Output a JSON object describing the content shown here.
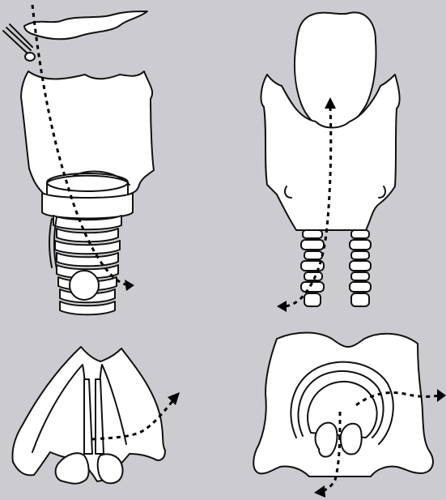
{
  "figure": {
    "background": "#cccbd0",
    "line_color": "#111111",
    "panels": [
      {
        "name": "larynx-trachea-lateral",
        "has_dashed_arrow": true
      },
      {
        "name": "larynx-split-posterior",
        "has_dashed_arrow": true
      },
      {
        "name": "vocal-folds-cartilage-frame",
        "has_dashed_arrow": true
      },
      {
        "name": "cricoid-ring-with-arytenoids",
        "has_dashed_arrow": true
      }
    ]
  }
}
